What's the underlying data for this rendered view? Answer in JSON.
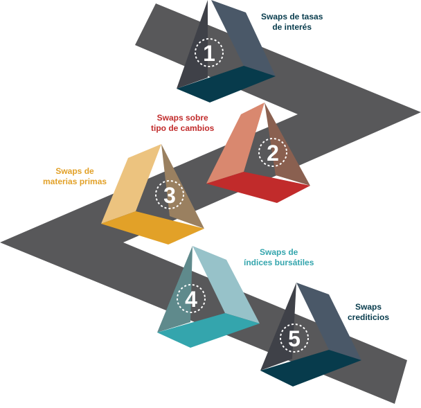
{
  "steps": [
    {
      "number": "1",
      "label_lines": [
        "Swaps de tasas",
        "de interés"
      ],
      "color": "#073b4c"
    },
    {
      "number": "2",
      "label_lines": [
        "Swaps sobre",
        "tipo de cambios"
      ],
      "color": "#c12b2b"
    },
    {
      "number": "3",
      "label_lines": [
        "Swaps de",
        "materias primas"
      ],
      "color": "#e2a128"
    },
    {
      "number": "4",
      "label_lines": [
        "Swaps de",
        "índices bursátiles"
      ],
      "color": "#34a5ad"
    },
    {
      "number": "5",
      "label_lines": [
        "Swaps",
        "crediticios"
      ],
      "color": "#073b4c"
    }
  ],
  "colors": {
    "road": "#58585a",
    "background": "#ffffff"
  }
}
